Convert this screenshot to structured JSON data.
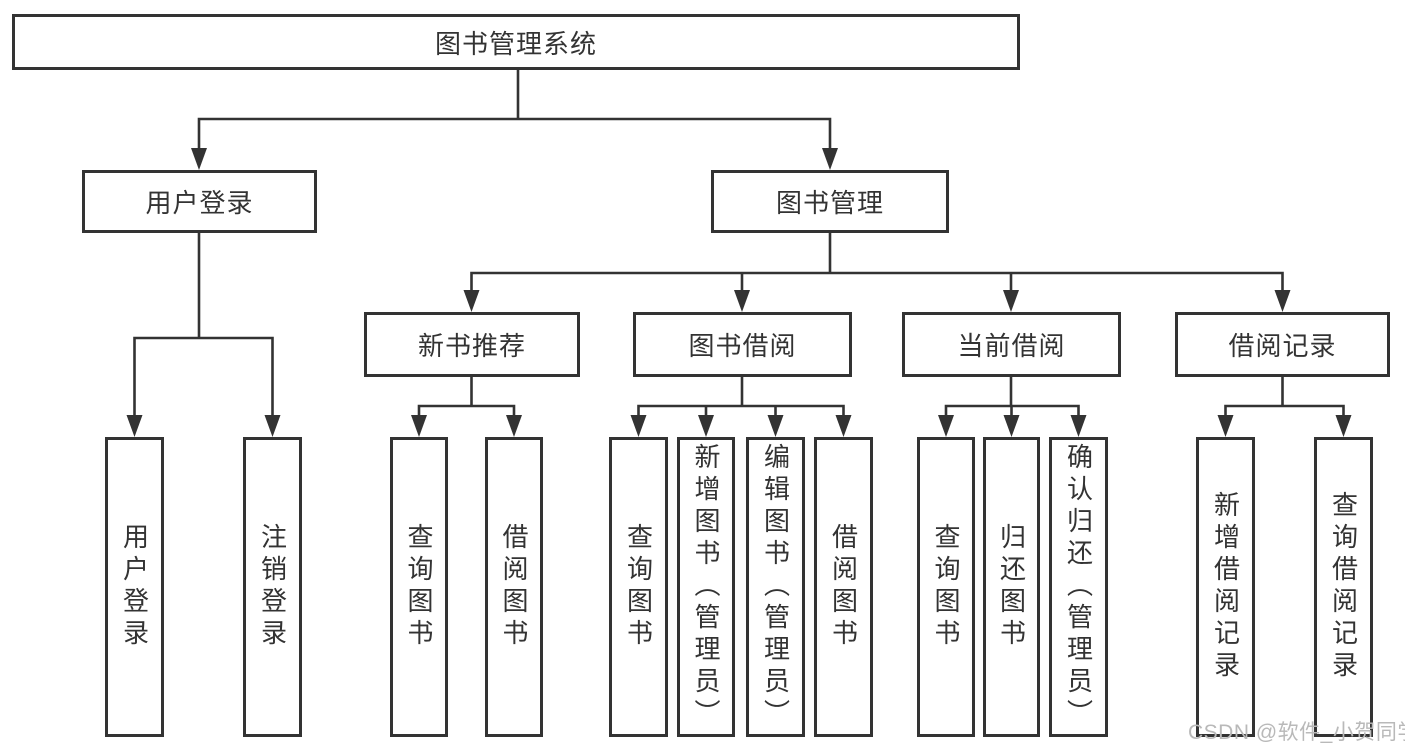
{
  "tree": {
    "root": {
      "label": "图书管理系统",
      "children": [
        {
          "label": "用户登录",
          "children": [
            {
              "label": "用户登录"
            },
            {
              "label": "注销登录"
            }
          ]
        },
        {
          "label": "图书管理",
          "children": [
            {
              "label": "新书推荐",
              "children": [
                {
                  "label": "查询图书"
                },
                {
                  "label": "借阅图书"
                }
              ]
            },
            {
              "label": "图书借阅",
              "children": [
                {
                  "label": "查询图书"
                },
                {
                  "label": "新增图书（管理员）"
                },
                {
                  "label": "编辑图书（管理员）"
                },
                {
                  "label": "借阅图书"
                }
              ]
            },
            {
              "label": "当前借阅",
              "children": [
                {
                  "label": "查询图书"
                },
                {
                  "label": "归还图书"
                },
                {
                  "label": "确认归还（管理员）"
                }
              ]
            },
            {
              "label": "借阅记录",
              "children": [
                {
                  "label": "新增借阅记录"
                },
                {
                  "label": "查询借阅记录"
                }
              ]
            }
          ]
        }
      ]
    }
  },
  "watermark": {
    "text": "CSDN @软件_小贺同学"
  },
  "colors": {
    "line": "#333333",
    "text": "#333333",
    "box_background": "#ffffff",
    "watermark": "#b9b9b9",
    "page_background": "#ffffff"
  }
}
